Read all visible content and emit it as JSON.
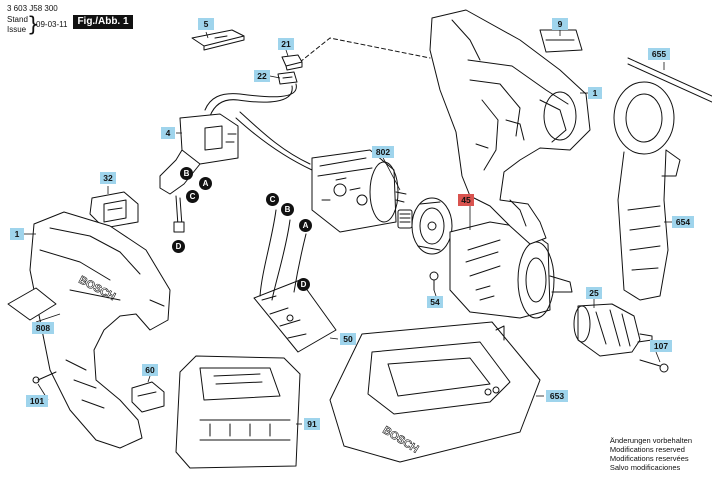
{
  "header": {
    "doc_number": "3 603 J58 300",
    "stand_label": "Stand",
    "issue_label": "Issue",
    "date": "09-03-11",
    "figure_label": "Fig./Abb. 1"
  },
  "part_labels": [
    {
      "id": "p5",
      "text": "5"
    },
    {
      "id": "p9",
      "text": "9"
    },
    {
      "id": "p655",
      "text": "655"
    },
    {
      "id": "p21",
      "text": "21"
    },
    {
      "id": "p22",
      "text": "22"
    },
    {
      "id": "p4",
      "text": "4"
    },
    {
      "id": "p1_housing_right",
      "text": "1"
    },
    {
      "id": "p802",
      "text": "802"
    },
    {
      "id": "p32",
      "text": "32"
    },
    {
      "id": "p45",
      "text": "45",
      "highlight": "#d9534f"
    },
    {
      "id": "p654",
      "text": "654"
    },
    {
      "id": "p1_housing_left",
      "text": "1"
    },
    {
      "id": "p54",
      "text": "54"
    },
    {
      "id": "p25",
      "text": "25"
    },
    {
      "id": "p808",
      "text": "808"
    },
    {
      "id": "p50",
      "text": "50"
    },
    {
      "id": "p107",
      "text": "107"
    },
    {
      "id": "p60",
      "text": "60"
    },
    {
      "id": "p101",
      "text": "101"
    },
    {
      "id": "p91",
      "text": "91"
    },
    {
      "id": "p653",
      "text": "653"
    }
  ],
  "connectors": [
    {
      "id": "c_b1",
      "text": "B"
    },
    {
      "id": "c_a1",
      "text": "A"
    },
    {
      "id": "c_c1",
      "text": "C"
    },
    {
      "id": "c_d1",
      "text": "D"
    },
    {
      "id": "c_c2",
      "text": "C"
    },
    {
      "id": "c_b2",
      "text": "B"
    },
    {
      "id": "c_a2",
      "text": "A"
    },
    {
      "id": "c_d2",
      "text": "D"
    }
  ],
  "brand_marks": [
    "BOSCH",
    "BOSCH"
  ],
  "footer_notes": [
    "Änderungen vorbehalten",
    "Modifications reserved",
    "Modifications reservées",
    "Salvo modificaciones"
  ],
  "colors": {
    "label_fill": "#9fd4ec",
    "highlight_fill": "#d9534f",
    "line": "#111111"
  }
}
